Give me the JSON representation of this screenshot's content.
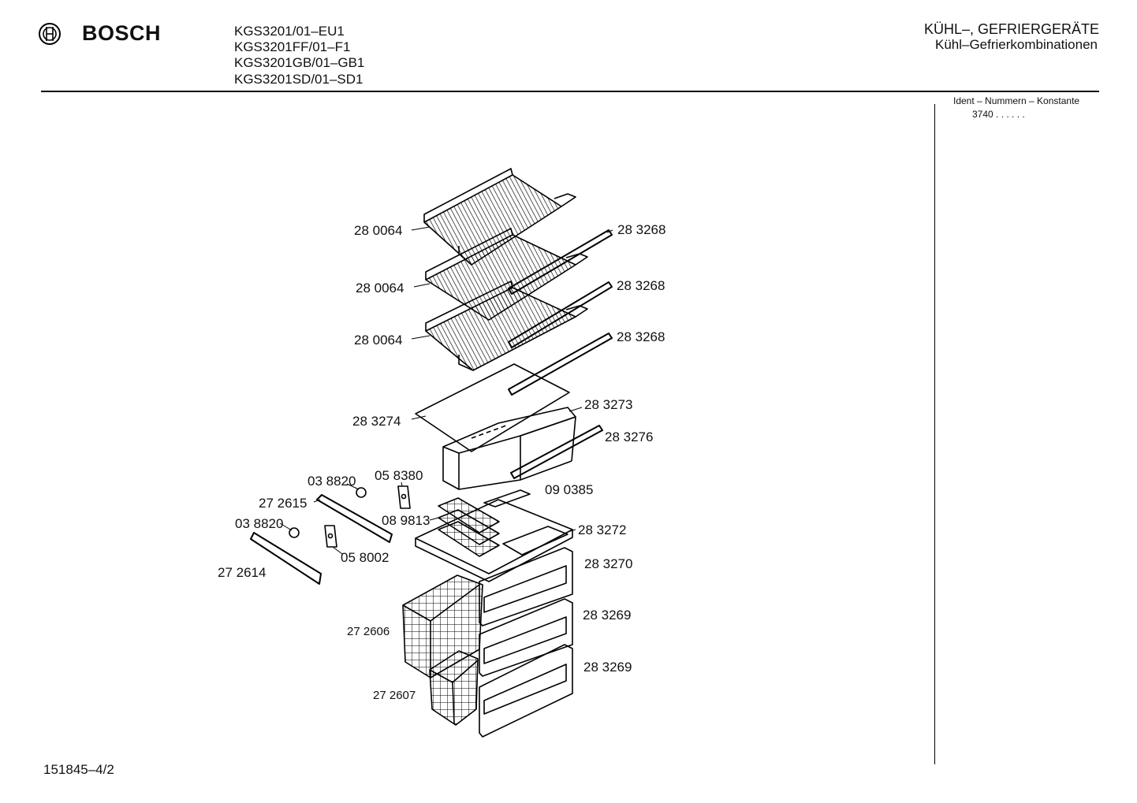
{
  "header": {
    "brand": "BOSCH",
    "models": [
      "KGS3201/01–EU1",
      "KGS3201FF/01–F1",
      "KGS3201GB/01–GB1",
      "KGS3201SD/01–SD1"
    ],
    "category": "KÜHL–, GEFRIERGERÄTE",
    "subcategory": "Kühl–Gefrierkombinationen"
  },
  "sidebar": {
    "ident_label": "Ident – Nummern – Konstante",
    "ident_code": "3740  .  .    .  .  .  ."
  },
  "parts": {
    "shelf_1": "28 0064",
    "shelf_2": "28 0064",
    "shelf_3": "28 0064",
    "shelf_strip_1": "28 3268",
    "shelf_strip_2": "28 3268",
    "shelf_strip_3": "28 3268",
    "cover_plate": "28 3274",
    "ice_tray_drawer": "28 3273",
    "rail": "28 3276",
    "clip_1": "03 8820",
    "clip_2": "03 8820",
    "holder_1": "05 8380",
    "holder_2": "05 8002",
    "strip_1": "27 2615",
    "strip_2": "27 2614",
    "cube_tray": "08 9813",
    "handle": "09 0385",
    "tray_shelf": "28 3272",
    "front_1": "28 3270",
    "front_2": "28 3269",
    "front_3": "28 3269",
    "basket_1": "27 2606",
    "basket_2": "27 2607"
  },
  "footer": {
    "doc_number": "151845–4/2"
  }
}
